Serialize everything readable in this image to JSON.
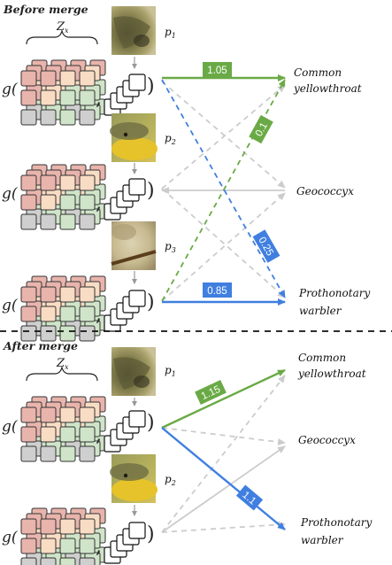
{
  "sections": [
    {
      "title": "Before merge",
      "z_label": "Z",
      "z_sub": "x",
      "g_label": "g(",
      "prototypes": [
        {
          "label": "p",
          "sub": "1",
          "image": "bird-closeup-dark-olive"
        },
        {
          "label": "p",
          "sub": "2",
          "image": "bird-closeup-yellow-throat"
        },
        {
          "label": "p",
          "sub": "3",
          "image": "bird-closeup-beige-branch"
        }
      ],
      "classes": [
        {
          "line1": "Common",
          "line2": "yellowthroat"
        },
        {
          "line1": "Geococcyx",
          "line2": ""
        },
        {
          "line1": "Prothonotary",
          "line2": "warbler"
        }
      ],
      "weights": [
        {
          "value": "1.05",
          "from": "p1",
          "to": "Common yellowthroat",
          "color": "#6aaa46",
          "style": "solid"
        },
        {
          "value": "0.1",
          "from": "p3",
          "to": "Common yellowthroat",
          "color": "#6aaa46",
          "style": "dashed"
        },
        {
          "value": "0.25",
          "from": "p1",
          "to": "Prothonotary warbler",
          "color": "#3f7fe0",
          "style": "dashed"
        },
        {
          "value": "0.85",
          "from": "p3",
          "to": "Prothonotary warbler",
          "color": "#3f7fe0",
          "style": "solid"
        }
      ]
    },
    {
      "title": "After merge",
      "z_label": "Z",
      "z_sub": "x",
      "g_label": "g(",
      "prototypes": [
        {
          "label": "p",
          "sub": "1",
          "image": "bird-closeup-dark-olive"
        },
        {
          "label": "p",
          "sub": "2",
          "image": "bird-closeup-yellow-throat"
        }
      ],
      "classes": [
        {
          "line1": "Common",
          "line2": "yellowthroat"
        },
        {
          "line1": "Geococcyx",
          "line2": ""
        },
        {
          "line1": "Prothonotary",
          "line2": "warbler"
        }
      ],
      "weights": [
        {
          "value": "1.15",
          "from": "p1",
          "to": "Common yellowthroat",
          "color": "#6aaa46",
          "style": "solid"
        },
        {
          "value": "1.1",
          "from": "p1",
          "to": "Prothonotary warbler",
          "color": "#3f7fe0",
          "style": "solid"
        }
      ]
    }
  ],
  "colors": {
    "green": "#6aaa46",
    "blue": "#3f7fe0",
    "gray": "#c8c8c8",
    "block_red": "#e8b4ac",
    "block_peach": "#f9dcc4",
    "block_green": "#cfe4c8",
    "block_gray": "#cfcfcf"
  }
}
